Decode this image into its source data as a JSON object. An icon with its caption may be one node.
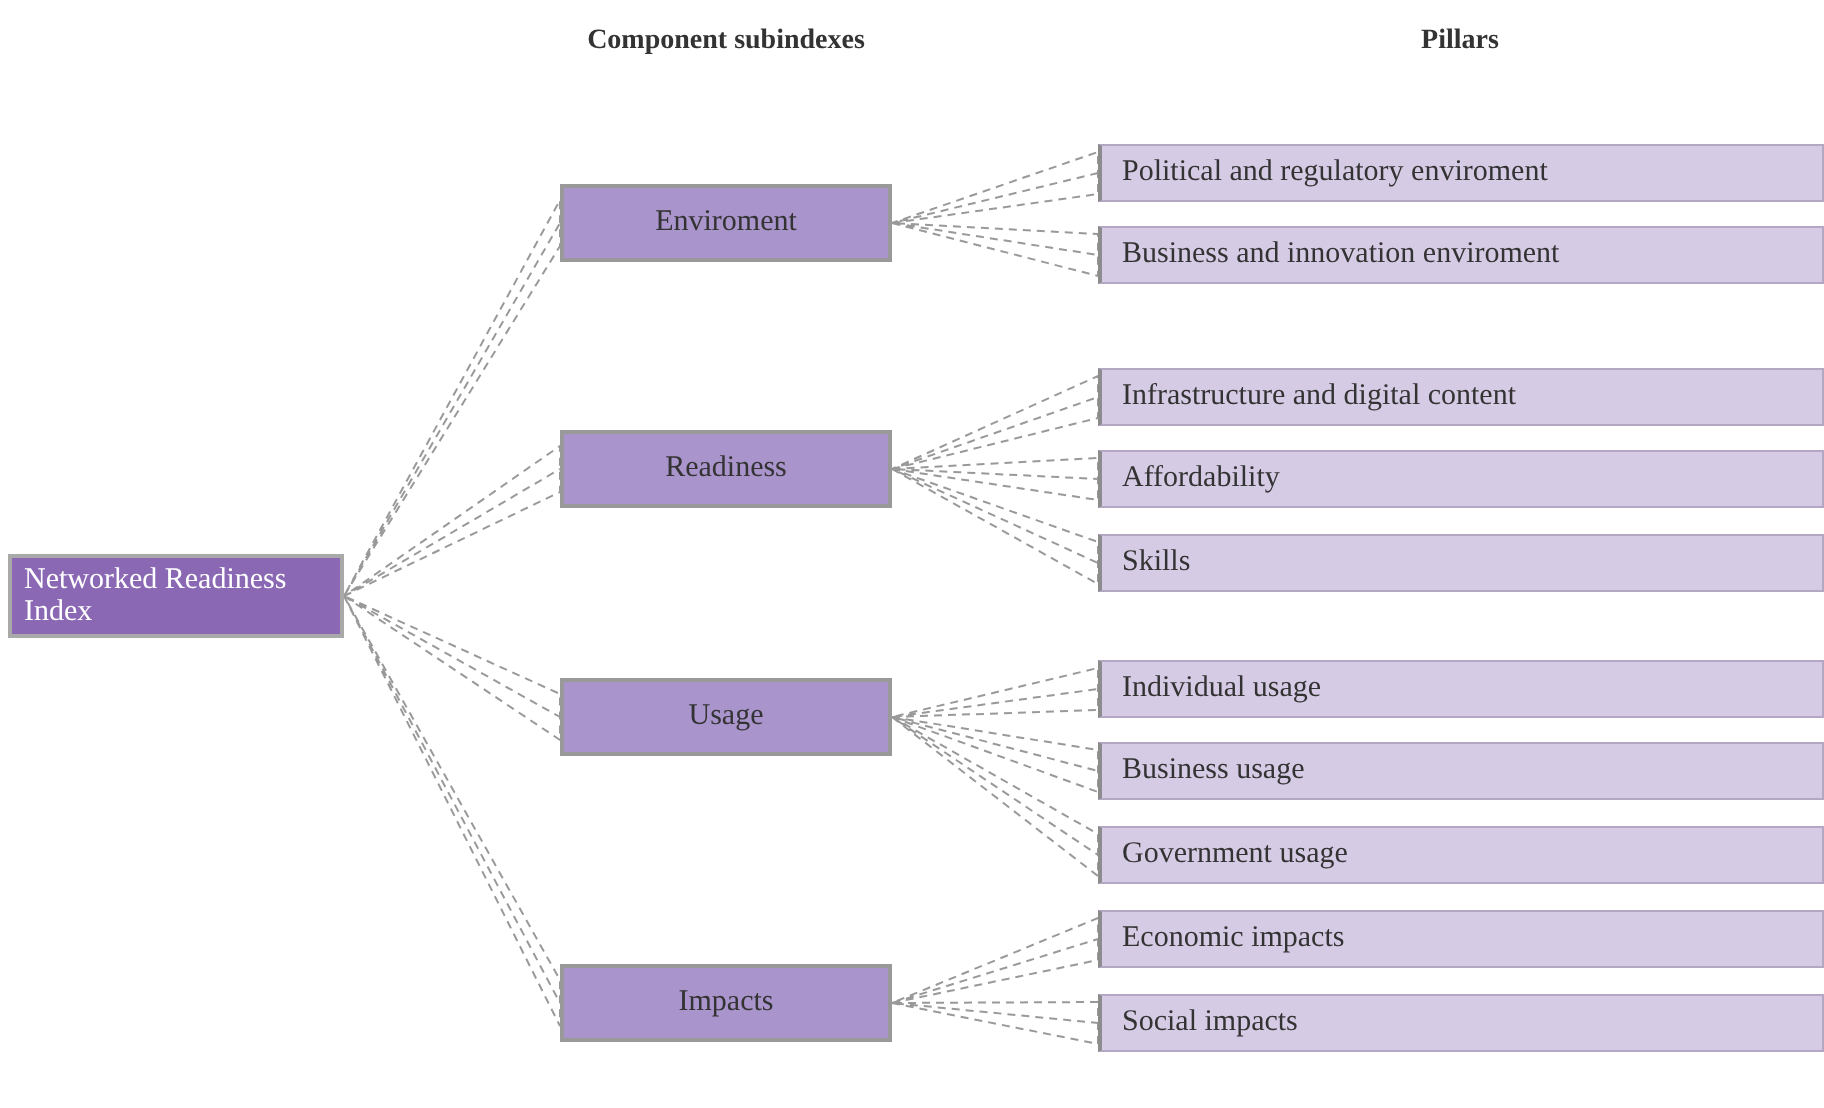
{
  "diagram": {
    "nodes": [
      {
        "text": [
          "Networked Readiness Index"
        ]
      },
      {
        "text": [
          "Enviroment"
        ]
      },
      {
        "text": [
          "Readiness"
        ]
      },
      {
        "text": [
          "Usage"
        ]
      },
      {
        "text": [
          "Impacts"
        ]
      },
      {
        "text": [
          "Political and regulatory enviroment"
        ]
      },
      {
        "text": [
          "Business and innovation enviroment"
        ]
      },
      {
        "text": [
          "Infrastructure and digital content"
        ]
      },
      {
        "text": [
          "Affordability"
        ]
      },
      {
        "text": [
          "Skills"
        ]
      },
      {
        "text": [
          "Individual usage"
        ]
      },
      {
        "text": [
          "Business usage"
        ]
      },
      {
        "text": [
          "Government usage"
        ]
      },
      {
        "text": [
          "Economic impacts"
        ]
      },
      {
        "text": [
          "Social impacts"
        ]
      }
    ],
    "edges": [
      {
        "from": 0,
        "to": 1,
        "arrow": "none",
        "style": "dashed"
      },
      {
        "from": 0,
        "to": 2,
        "arrow": "none",
        "style": "dashed"
      },
      {
        "from": 0,
        "to": 3,
        "arrow": "none",
        "style": "dashed"
      },
      {
        "from": 0,
        "to": 4,
        "arrow": "none",
        "style": "dashed"
      },
      {
        "from": 1,
        "to": 5,
        "arrow": "none",
        "style": "dashed"
      },
      {
        "from": 1,
        "to": 6,
        "arrow": "none",
        "style": "dashed"
      },
      {
        "from": 2,
        "to": 7,
        "arrow": "none",
        "style": "dashed"
      },
      {
        "from": 2,
        "to": 8,
        "arrow": "none",
        "style": "dashed"
      },
      {
        "from": 2,
        "to": 9,
        "arrow": "none",
        "style": "dashed"
      },
      {
        "from": 3,
        "to": 10,
        "arrow": "none",
        "style": "dashed"
      },
      {
        "from": 3,
        "to": 11,
        "arrow": "none",
        "style": "dashed"
      },
      {
        "from": 3,
        "to": 12,
        "arrow": "none",
        "style": "dashed"
      },
      {
        "from": 4,
        "to": 13,
        "arrow": "none",
        "style": "dashed"
      },
      {
        "from": 4,
        "to": 14,
        "arrow": "none",
        "style": "dashed"
      }
    ],
    "labels": [
      "Component subindexes",
      "Pillars"
    ]
  }
}
